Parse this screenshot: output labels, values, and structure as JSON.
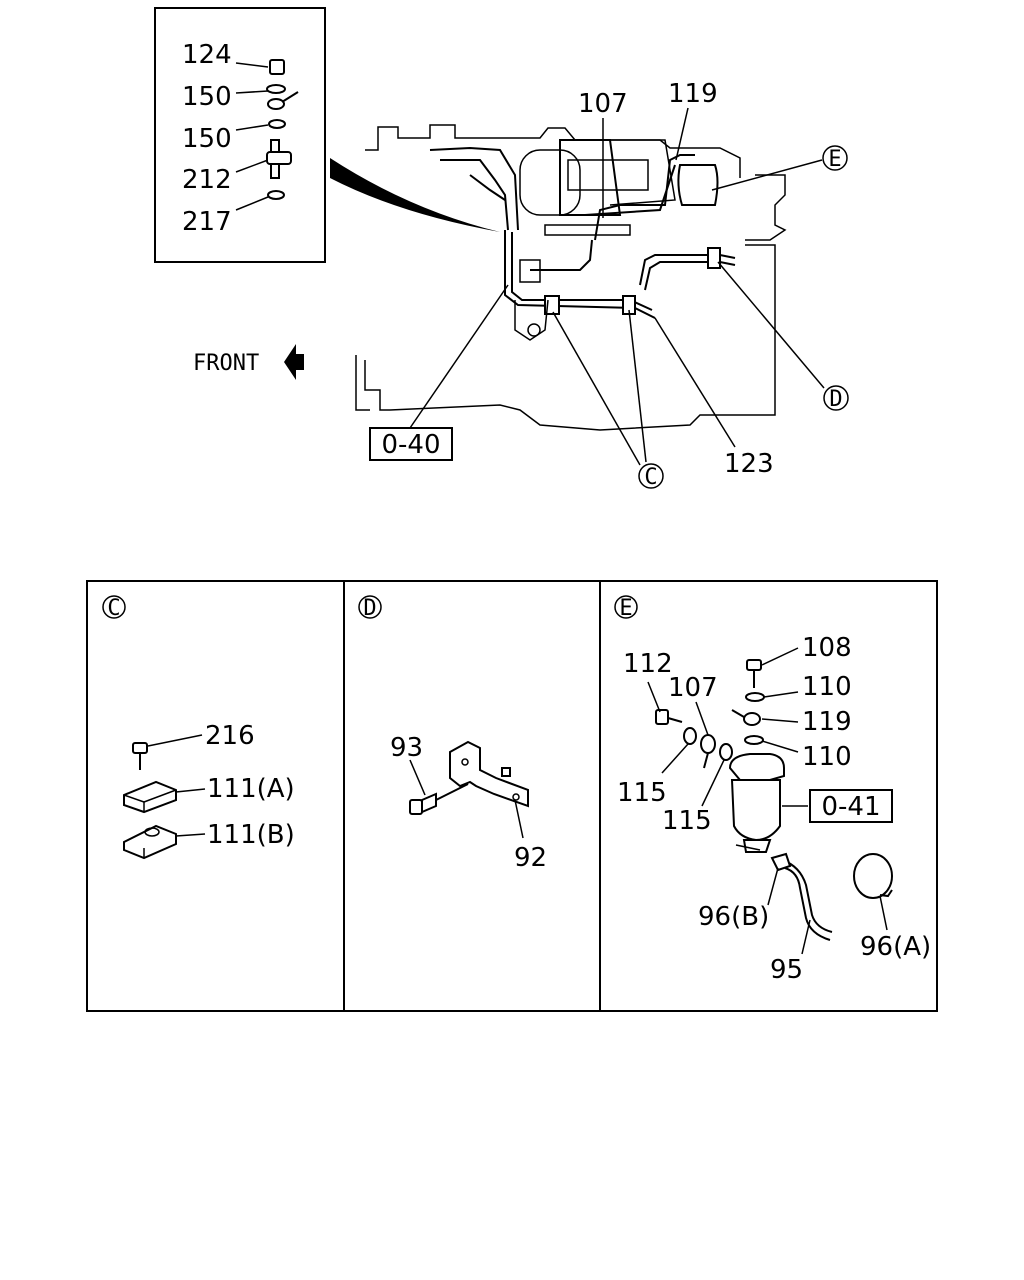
{
  "labels": {
    "inset": [
      "124",
      "150",
      "150",
      "212",
      "217"
    ],
    "main": {
      "l107": "107",
      "l119": "119",
      "l123": "123",
      "front": "FRONT",
      "ref_040": "0-40",
      "c": "C",
      "d": "D",
      "e": "E"
    },
    "panel_c": {
      "title": "C",
      "l216": "216",
      "l111a": "111(A)",
      "l111b": "111(B)"
    },
    "panel_d": {
      "title": "D",
      "l93": "93",
      "l92": "92"
    },
    "panel_e": {
      "title": "E",
      "l112": "112",
      "l107": "107",
      "l108": "108",
      "l110a": "110",
      "l119": "119",
      "l110b": "110",
      "l115a": "115",
      "l115b": "115",
      "ref_041": "0-41",
      "l96b": "96(B)",
      "l96a": "96(A)",
      "l95": "95"
    }
  }
}
